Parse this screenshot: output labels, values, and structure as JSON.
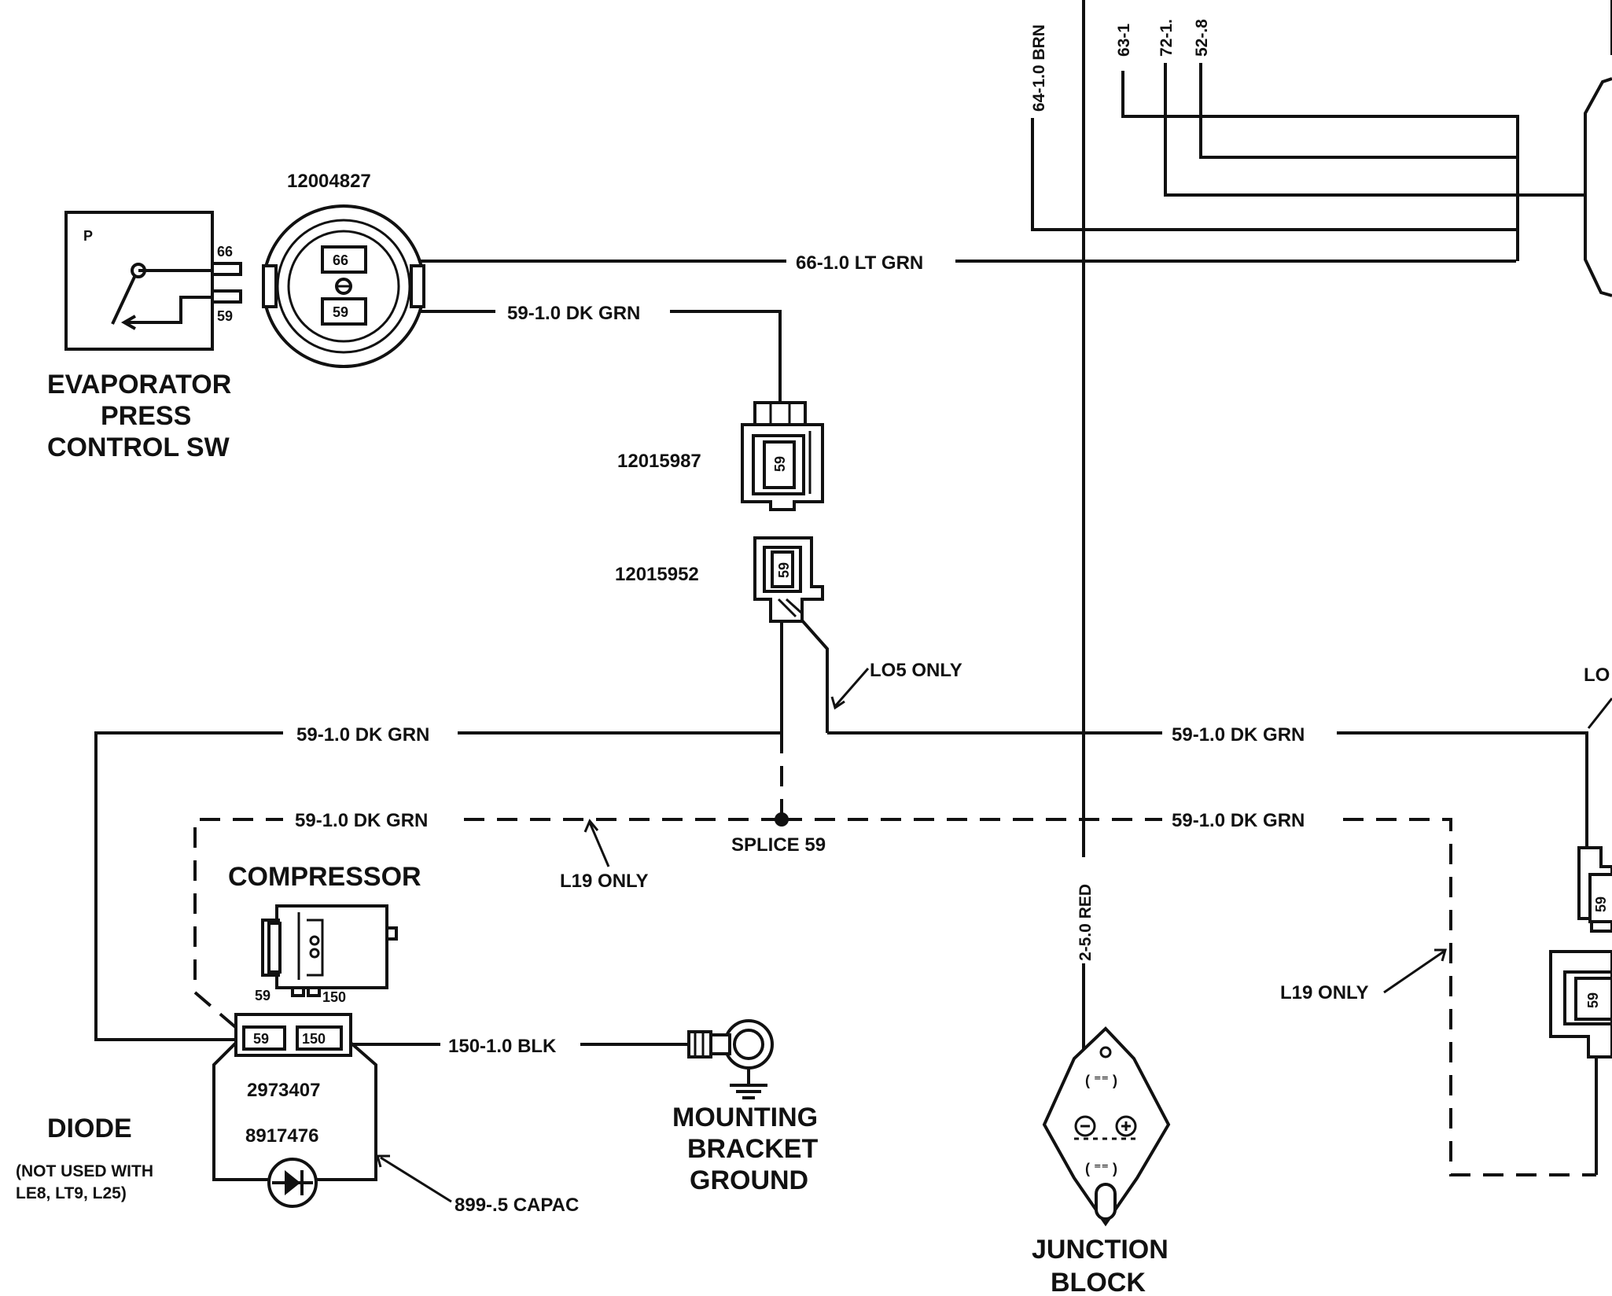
{
  "components": {
    "evap_switch": {
      "name_line1": "EVAPORATOR",
      "name_line2": "PRESS",
      "name_line3": "CONTROL SW",
      "symbol": "P",
      "pin_a": "66",
      "pin_b": "59"
    },
    "switch_connector": {
      "part_number": "12004827",
      "pin_a": "66",
      "pin_b": "59"
    },
    "inline_connector_upper": {
      "part_number": "12015987",
      "pin": "59"
    },
    "inline_connector_lower": {
      "part_number": "12015952",
      "pin": "59"
    },
    "compressor": {
      "name": "COMPRESSOR",
      "pin_a": "59",
      "pin_b": "150",
      "connector_pin_a": "59",
      "connector_pin_b": "150",
      "part_a": "2973407",
      "part_b": "8917476"
    },
    "diode": {
      "name": "DIODE",
      "note_line1": "(NOT USED WITH",
      "note_line2": "LE8, LT9, L25)"
    },
    "ground": {
      "line1": "MOUNTING",
      "line2": "BRACKET",
      "line3": "GROUND"
    },
    "junction_block": {
      "line1": "JUNCTION",
      "line2": "BLOCK"
    },
    "right_connectors": {
      "upper_pin": "59",
      "lower_pin": "59"
    }
  },
  "wires": {
    "lt_grn_66": "66-1.0 LT GRN",
    "dk_grn_switch": "59-1.0 DK GRN",
    "dk_grn_left": "59-1.0 DK GRN",
    "dk_grn_right": "59-1.0 DK GRN",
    "dk_grn_dashed_left": "59-1.0 DK GRN",
    "dk_grn_dashed_right": "59-1.0 DK GRN",
    "blk_150": "150-1.0 BLK",
    "capac_899": "899-.5 CAPAC",
    "red_2": "2-5.0 RED",
    "brn_64": "64-1.0 BRN",
    "wire_63": "63-1",
    "wire_72": "72-1.",
    "wire_52": "52-.8"
  },
  "notes": {
    "lo5_only": "LO5 ONLY",
    "lo_right": "LO",
    "l19_only_left": "L19 ONLY",
    "l19_only_right": "L19 ONLY",
    "splice": "SPLICE 59"
  }
}
